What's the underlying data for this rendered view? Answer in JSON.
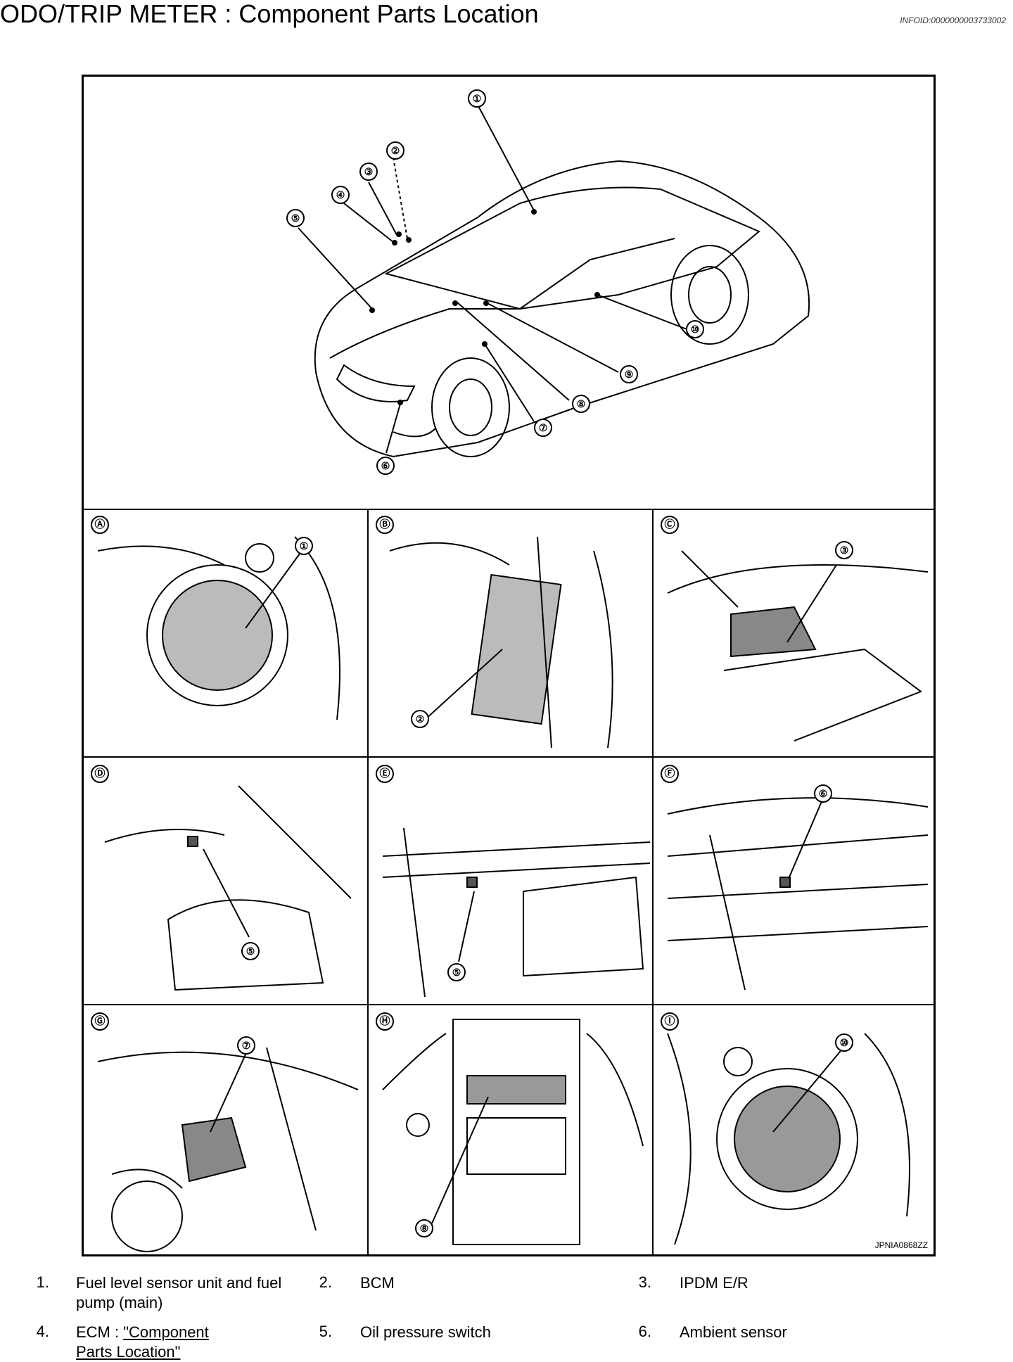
{
  "header": {
    "title": "ODO/TRIP METER : Component Parts Location",
    "info_id": "INFOID:0000000003733002"
  },
  "figure": {
    "code": "JPNIA0868ZZ",
    "hero_callouts": [
      "①",
      "②",
      "③",
      "④",
      "⑤",
      "⑥",
      "⑦",
      "⑧",
      "⑨",
      "⑩"
    ],
    "panels": [
      {
        "letter": "Ⓐ",
        "callout": "①"
      },
      {
        "letter": "Ⓑ",
        "callout": "②"
      },
      {
        "letter": "Ⓒ",
        "callout": "③"
      },
      {
        "letter": "Ⓓ",
        "callout": "⑤"
      },
      {
        "letter": "Ⓔ",
        "callout": "⑤"
      },
      {
        "letter": "Ⓕ",
        "callout": "⑥"
      },
      {
        "letter": "Ⓖ",
        "callout": "⑦"
      },
      {
        "letter": "Ⓗ",
        "callout": "⑧"
      },
      {
        "letter": "Ⓘ",
        "callout": "⑩"
      }
    ]
  },
  "legend": [
    {
      "num": "1.",
      "text": "Fuel level sensor unit and fuel pump (main)"
    },
    {
      "num": "2.",
      "text": "BCM"
    },
    {
      "num": "3.",
      "text": "IPDM E/R"
    },
    {
      "num": "4.",
      "text": "ECM : ",
      "link": "\"Component Parts Location\""
    },
    {
      "num": "5.",
      "text": "Oil pressure switch"
    },
    {
      "num": "6.",
      "text": "Ambient sensor"
    }
  ]
}
